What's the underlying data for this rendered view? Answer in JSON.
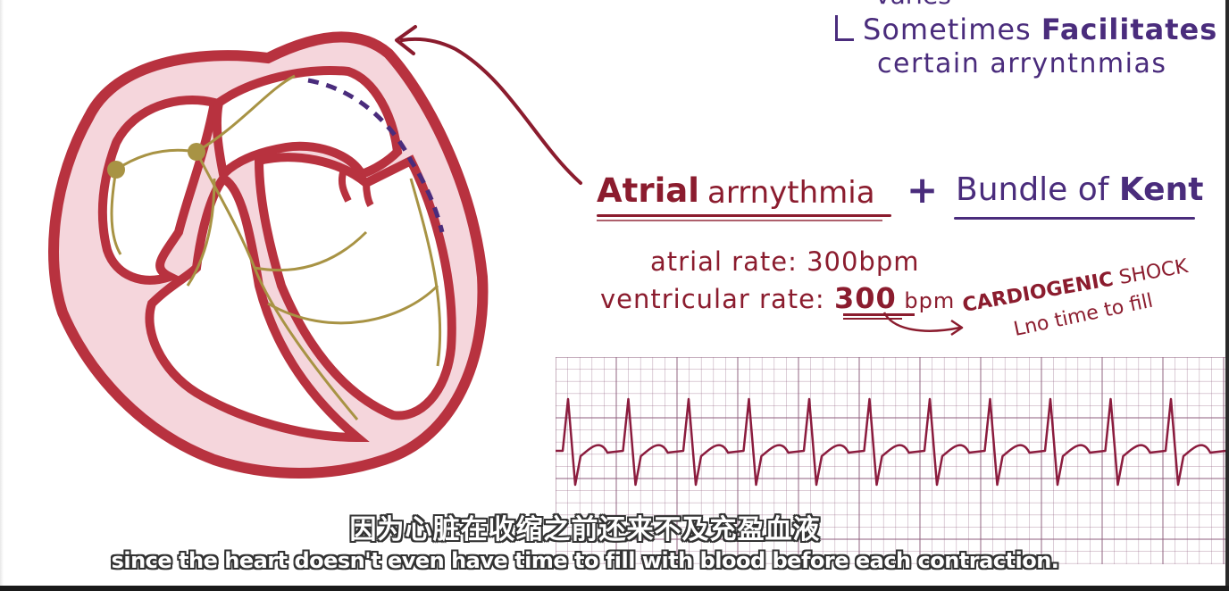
{
  "notes": {
    "line0": "varies",
    "line1_prefix": "Sometimes ",
    "line1_bold": "Facilitates",
    "line2": "certain arryntnmias"
  },
  "title": {
    "atrial": "Atrial",
    "arrhythmia": "arrnythmia",
    "plus": "+",
    "bundle_prefix": "Bundle of ",
    "kent": "Kent"
  },
  "rates": {
    "atrial_label": "atrial rate: ",
    "atrial_value": "300bpm",
    "ventricular_label": "ventricular rate: ",
    "ventricular_value": "300",
    "ventricular_unit": " bpm"
  },
  "consequence": {
    "shock_bold": "CARDIOGENIC",
    "shock_small": " SHOCK",
    "no_fill": "Lno time to fill"
  },
  "subtitles": {
    "chinese": "因为心脏在收缩之前还来不及充盈血液",
    "english": "since the heart doesn't even have time to fill with blood before each contraction."
  },
  "colors": {
    "maroon": "#8b1c2e",
    "purple": "#4a2c7c",
    "heart_fill": "#f5d6dc",
    "conduction": "#a89344",
    "ecg_grid": "#8e5e7e"
  }
}
